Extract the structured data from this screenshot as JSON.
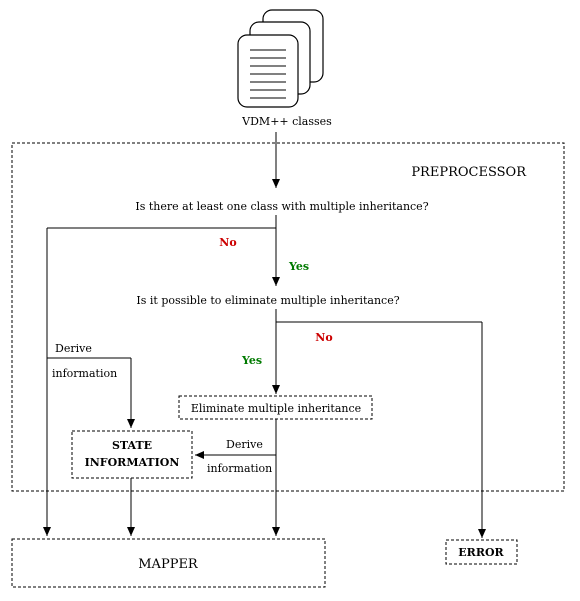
{
  "input_label": "VDM++ classes",
  "preprocessor_label": "PREPROCESSOR",
  "question_1": "Is there at least one class with multiple inheritance?",
  "question_2": "Is it possible to eliminate multiple inheritance?",
  "answers": {
    "no_1": "No",
    "yes_1": "Yes",
    "no_2": "No",
    "yes_2": "Yes"
  },
  "derive_left": {
    "line1": "Derive",
    "line2": "information"
  },
  "derive_right": {
    "line1": "Derive",
    "line2": "information"
  },
  "eliminate_box": "Eliminate multiple inheritance",
  "state_box": {
    "line1": "STATE",
    "line2": "INFORMATION"
  },
  "mapper_box": "MAPPER",
  "error_box": "ERROR",
  "colors": {
    "no": "#cc0000",
    "yes": "#007a00"
  },
  "icons": [
    "document-stack-icon"
  ]
}
